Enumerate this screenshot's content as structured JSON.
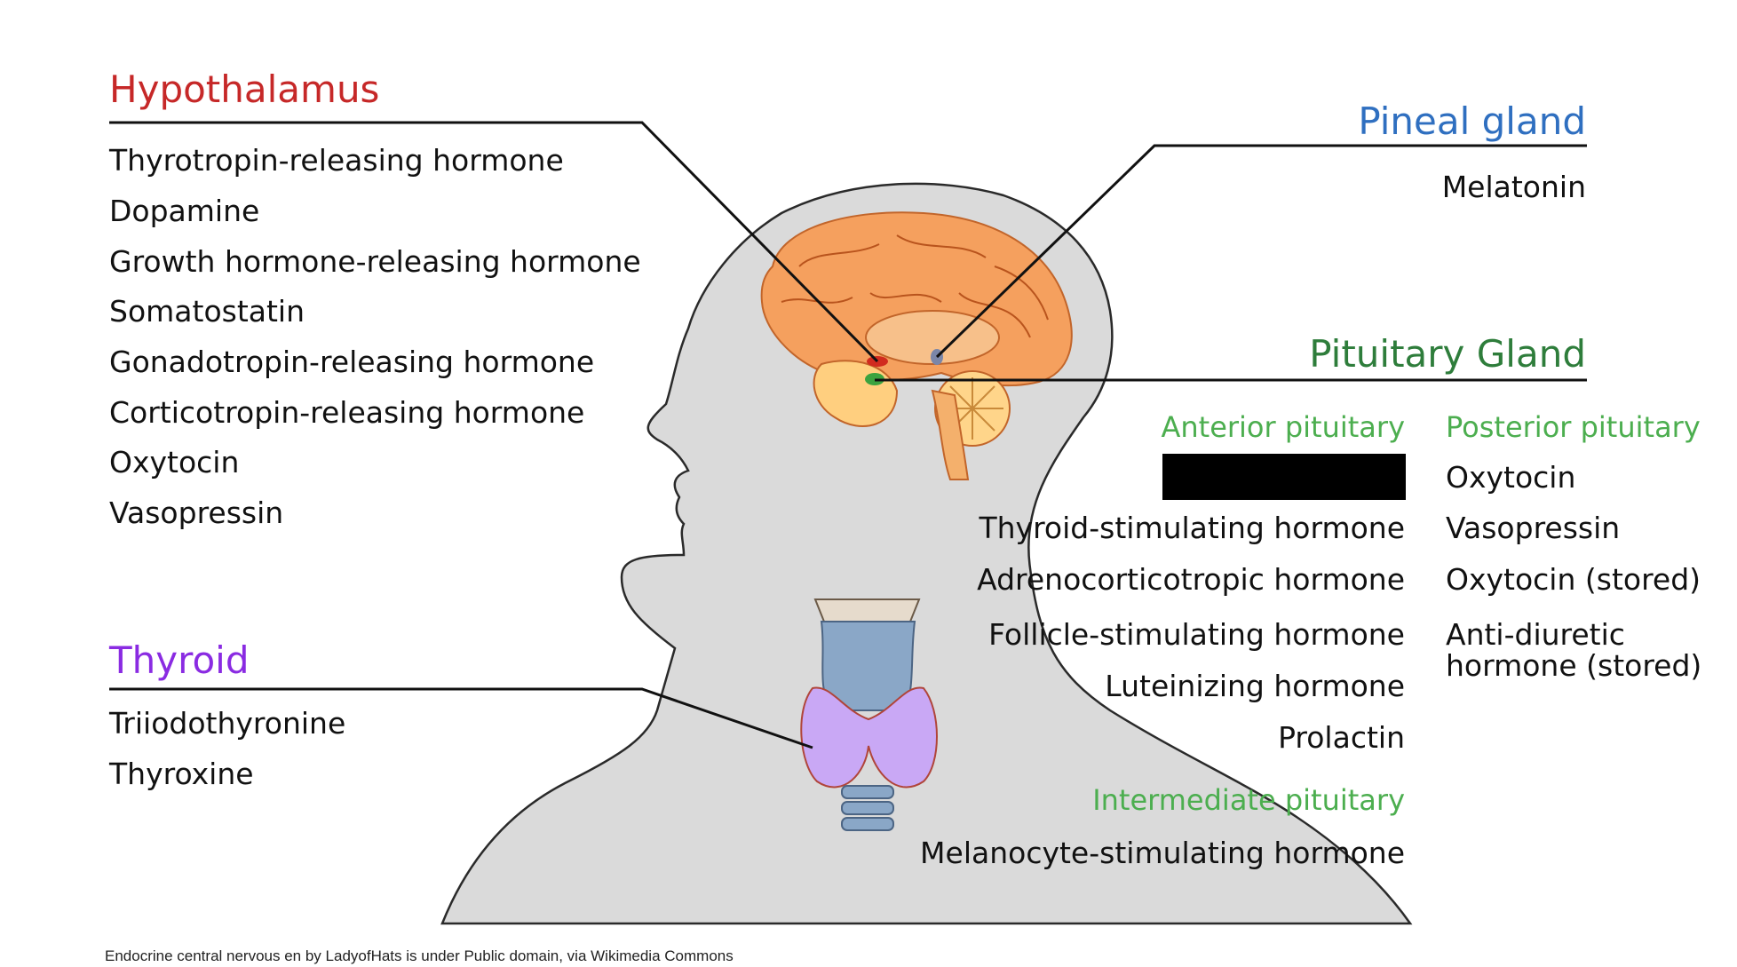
{
  "colors": {
    "hypothalamus": "#c62828",
    "pineal": "#2f6fc0",
    "pituitary": "#2e7d3b",
    "pituitary_sub": "#4cae4f",
    "thyroid": "#8a2be2",
    "text": "#111111",
    "head_fill": "#dadada",
    "brain": "#f5a05e",
    "thyroid_gland": "#c9a8f5",
    "trachea": "#8aa7c7"
  },
  "hypothalamus": {
    "title": "Hypothalamus",
    "hormones": [
      "Thyrotropin-releasing hormone",
      "Dopamine",
      "Growth hormone-releasing hormone",
      "Somatostatin",
      "Gonadotropin-releasing hormone",
      "Corticotropin-releasing hormone",
      "Oxytocin",
      "Vasopressin"
    ]
  },
  "pineal": {
    "title": "Pineal gland",
    "hormones": [
      "Melatonin"
    ]
  },
  "pituitary": {
    "title": "Pituitary Gland",
    "anterior": {
      "title": "Anterior pituitary",
      "hormones": [
        "Thyroid-stimulating hormone",
        "Adrenocorticotropic hormone",
        "Follicle-stimulating hormone",
        "Luteinizing hormone",
        "Prolactin"
      ]
    },
    "posterior": {
      "title": "Posterior pituitary",
      "hormones": [
        "Oxytocin",
        "Vasopressin",
        "Oxytocin (stored)",
        "Anti-diuretic",
        "hormone (stored)"
      ]
    },
    "intermediate": {
      "title": "Intermediate pituitary",
      "hormones": [
        "Melanocyte-stimulating hormone"
      ]
    }
  },
  "thyroid": {
    "title": "Thyroid",
    "hormones": [
      "Triiodothyronine",
      "Thyroxine"
    ]
  },
  "credit": "Endocrine central nervous en by LadyofHats is under Public domain, via Wikimedia Commons"
}
